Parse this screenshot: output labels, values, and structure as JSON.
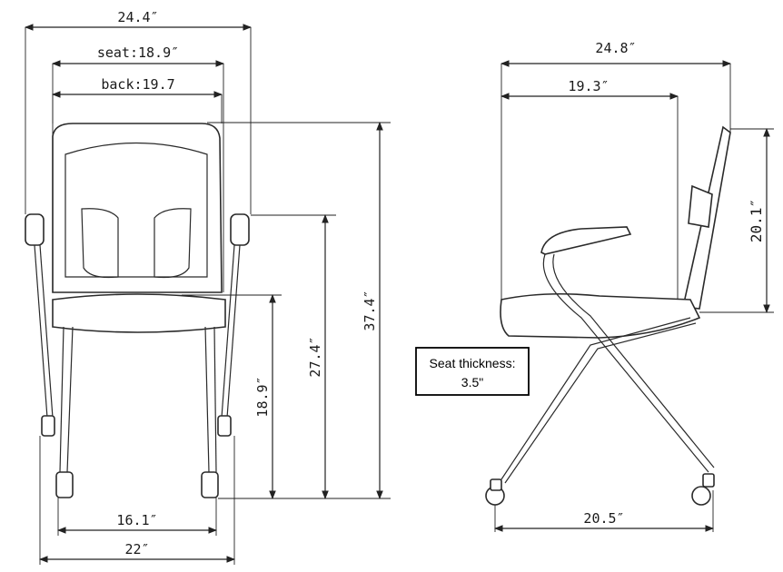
{
  "front_view": {
    "overall_width": "24.4″",
    "seat_width_label": "seat:18.9″",
    "back_width_label": "back:19.7",
    "overall_height": "37.4″",
    "arm_height": "27.4″",
    "seat_height": "18.9″",
    "inner_base_width": "16.1″",
    "outer_base_width": "22″"
  },
  "side_view": {
    "overall_depth": "24.8″",
    "seat_depth": "19.3″",
    "back_height": "20.1″",
    "base_depth": "20.5″",
    "seat_thickness_label": "Seat thickness:",
    "seat_thickness_value": "3.5\""
  }
}
